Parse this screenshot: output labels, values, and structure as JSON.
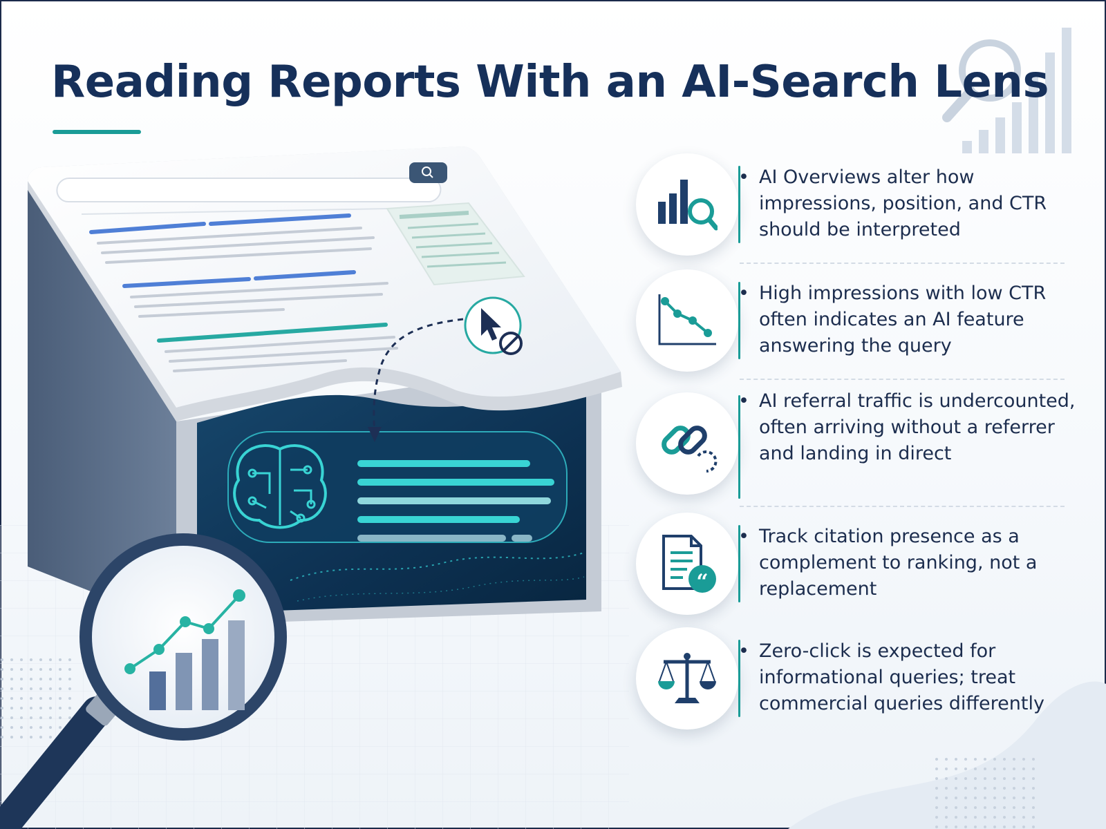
{
  "title": "Reading Reports With an AI-Search Lens",
  "colors": {
    "navy": "#16305a",
    "teal": "#1a9c97",
    "blue": "#4f7fd6",
    "dark_panel": "#0d2e4d",
    "cyan_glow": "#39d4d4"
  },
  "bullets": [
    {
      "icon": "bar-chart-magnifier-icon",
      "text": "AI Overviews alter how impressions, position, and CTR should be interpreted"
    },
    {
      "icon": "declining-line-chart-icon",
      "text": "High impressions with low CTR often indicates an AI feature answering the query"
    },
    {
      "icon": "broken-link-icon",
      "text": "AI referral traffic is undercounted, often arriving without a referrer and landing in direct"
    },
    {
      "icon": "quoted-document-icon",
      "text": "Track citation presence as a complement to ranking, not a replacement"
    },
    {
      "icon": "balance-scale-icon",
      "text": "Zero-click is expected for informational queries; treat commercial queries differently"
    }
  ]
}
